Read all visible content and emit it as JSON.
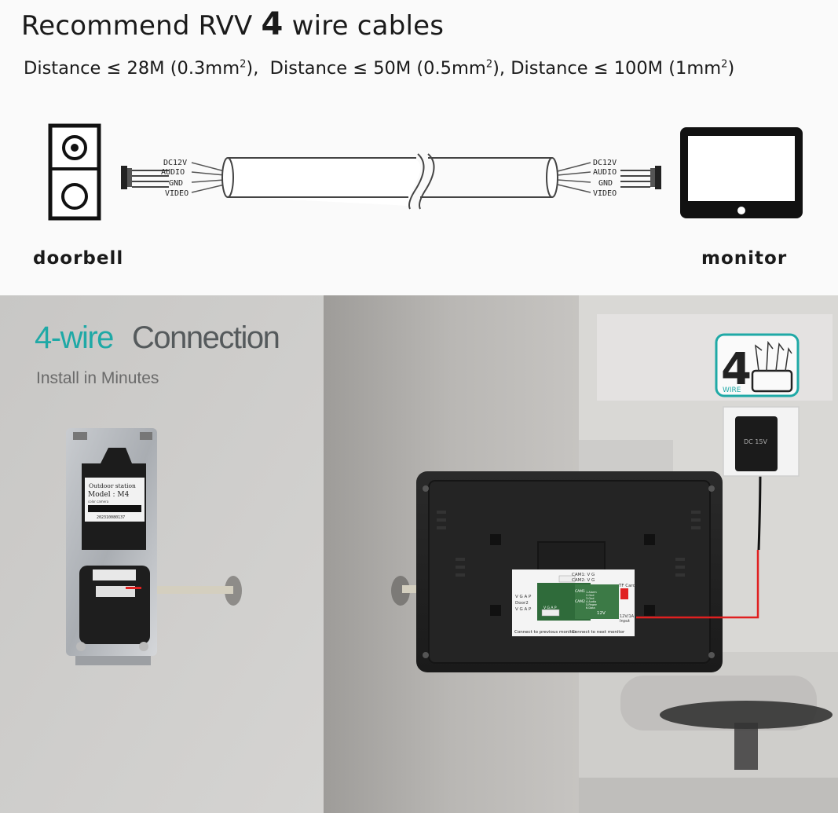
{
  "header": {
    "title_prefix": "Recommend RVV",
    "title_number": "4",
    "title_suffix": "wire cables",
    "distances": [
      {
        "label": "Distance ≤ 28M (0.3mm",
        "sup": "2",
        "close": ")"
      },
      {
        "label": "Distance ≤ 50M (0.5mm",
        "sup": "2",
        "close": ")"
      },
      {
        "label": "Distance ≤ 100M (1mm",
        "sup": "2",
        "close": ")"
      }
    ]
  },
  "diagram": {
    "wire_labels_left": [
      "DC12V",
      "AUDIO",
      "GND",
      "VIDEO"
    ],
    "wire_labels_right": [
      "DC12V",
      "AUDIO",
      "GND",
      "VIDEO"
    ],
    "doorbell_label": "doorbell",
    "monitor_label": "monitor"
  },
  "photo": {
    "headline_accent": "4-wire",
    "headline_main": "Connection",
    "subheadline": "Install in Minutes",
    "badge_number": "4",
    "badge_text": "WIRE",
    "adapter_text": "DC 15V",
    "doorbell_sticker": {
      "line1": "Outdoor station",
      "line2": "Model : M4",
      "line3": "color camera",
      "serial": "202310080137"
    },
    "board_labels": {
      "cam1": "CAM1:  V  G",
      "cam2": "CAM2:  V  G",
      "cam1_port": "CAM1",
      "tf_card": "TF Card",
      "left_pins": "V G A P",
      "door2": "Door2",
      "door2_pins": "V G A P",
      "mid_pins": "V G A P",
      "cam2_port": "CAM2",
      "alarm_list": "1.Alarm\n2.Gnd\n3.Gnd\n4.Audio\n5.Power\n6.Data",
      "power_12v": "12V",
      "power_input": "12V/1A\nInput",
      "prev_monitor": "Connect to previous monitor",
      "next_monitor": "Connect to next monitor"
    }
  },
  "colors": {
    "accent": "#1fa9a6",
    "headline_gray": "#555a5c",
    "wire_red": "#e02020"
  }
}
